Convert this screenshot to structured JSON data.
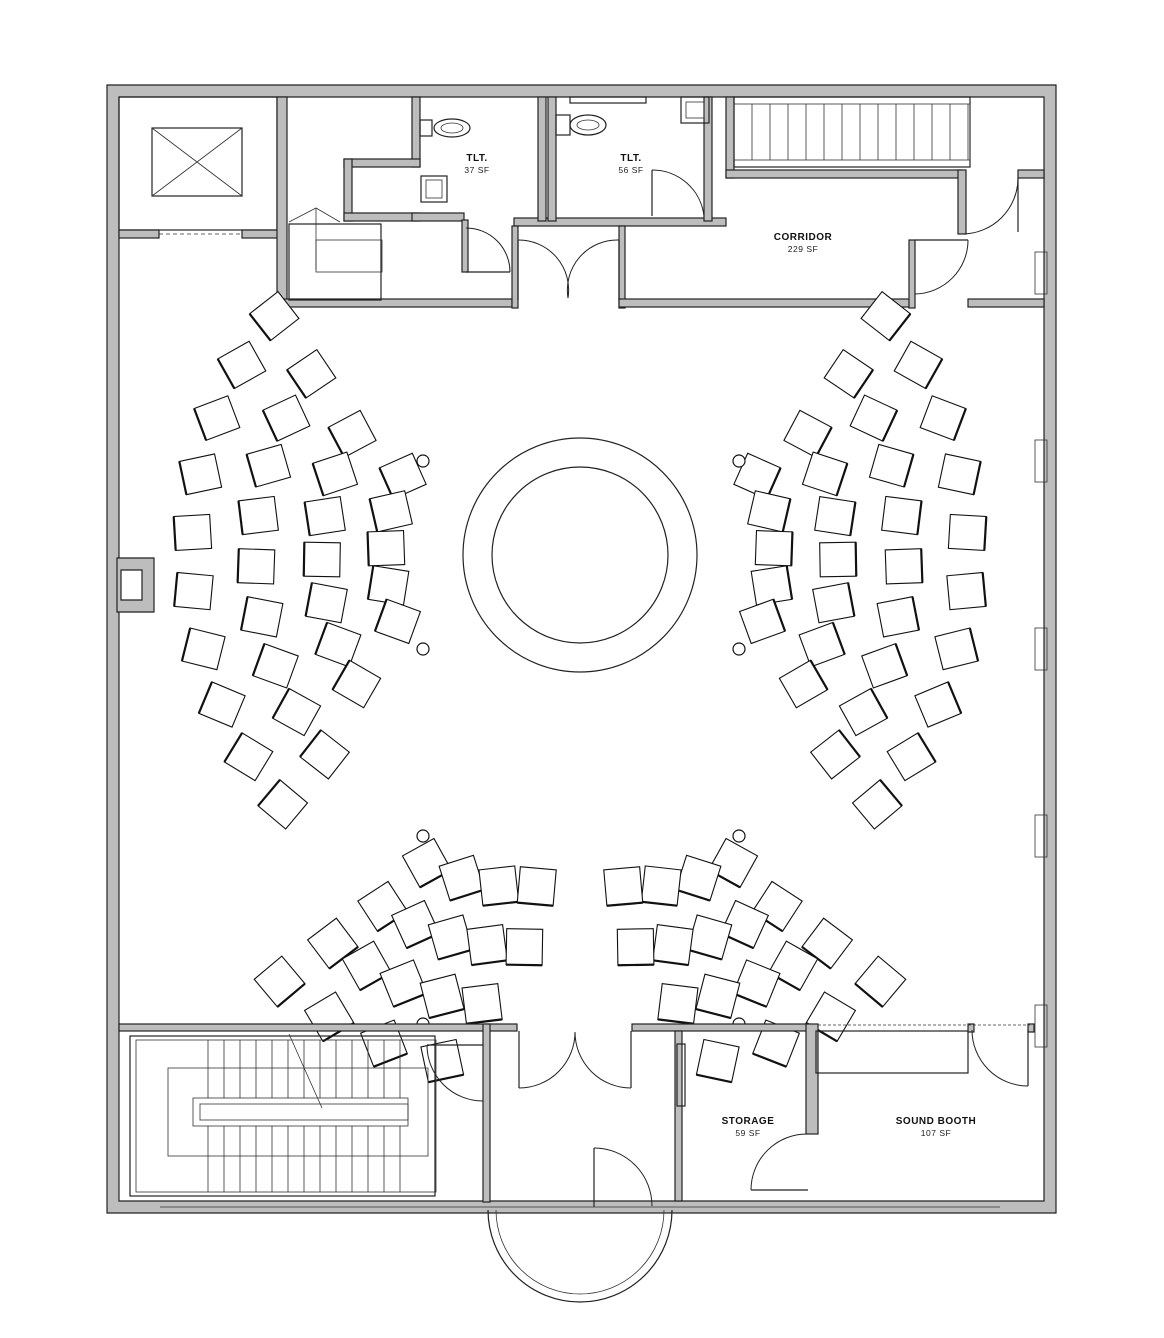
{
  "rooms": {
    "toilet_small": {
      "name": "TLT.",
      "area": "37 SF"
    },
    "toilet_large": {
      "name": "TLT.",
      "area": "56 SF"
    },
    "corridor": {
      "name": "CORRIDOR",
      "area": "229 SF"
    },
    "storage": {
      "name": "STORAGE",
      "area": "59 SF"
    },
    "sound_booth": {
      "name": "SOUND BOOTH",
      "area": "107 SF"
    }
  },
  "seating": {
    "upper_rows": [
      {
        "seats_per_side": 10
      },
      {
        "seats_per_side": 9
      },
      {
        "seats_per_side": 7
      },
      {
        "seats_per_side": 5
      }
    ],
    "lower_rows": [
      {
        "seats": 4
      },
      {
        "seats": 5
      },
      {
        "seats": 5
      },
      {
        "seats": 4
      }
    ]
  }
}
